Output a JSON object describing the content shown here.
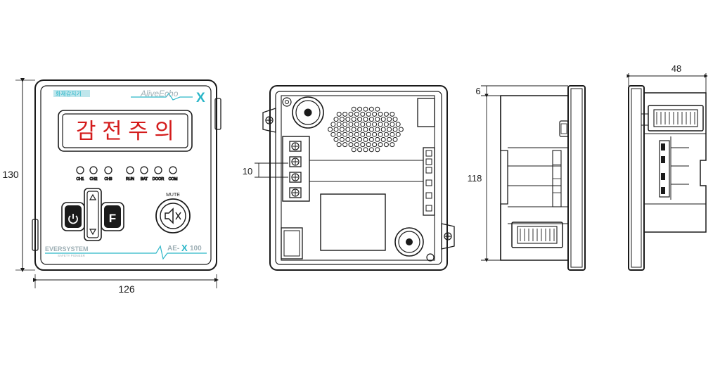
{
  "dimensions": {
    "front_height": "130",
    "front_width": "126",
    "terminal_pitch": "10",
    "side_offset": "6",
    "side_height": "118",
    "side_depth": "48"
  },
  "front_panel": {
    "top_left_tag": "화재감지기",
    "brand": "AliveEcho",
    "brand_mark": "X",
    "display_text": "감 전 주 의",
    "leds": [
      "CH1",
      "CH2",
      "CH3",
      "RUN",
      "BAT",
      "DOOR",
      "COM"
    ],
    "mute_label": "MUTE",
    "f_key": "F",
    "bottom_brand": "EVERSYSTEM",
    "bottom_sub": "SAFETY PIONEER",
    "model_prefix": "AE-",
    "model_mark": "X",
    "model_suffix": "100"
  },
  "colors": {
    "line": "#1a1a1a",
    "display_text": "#d41c1c",
    "accent": "#2bb6c8",
    "display_bg": "#ffffff"
  }
}
